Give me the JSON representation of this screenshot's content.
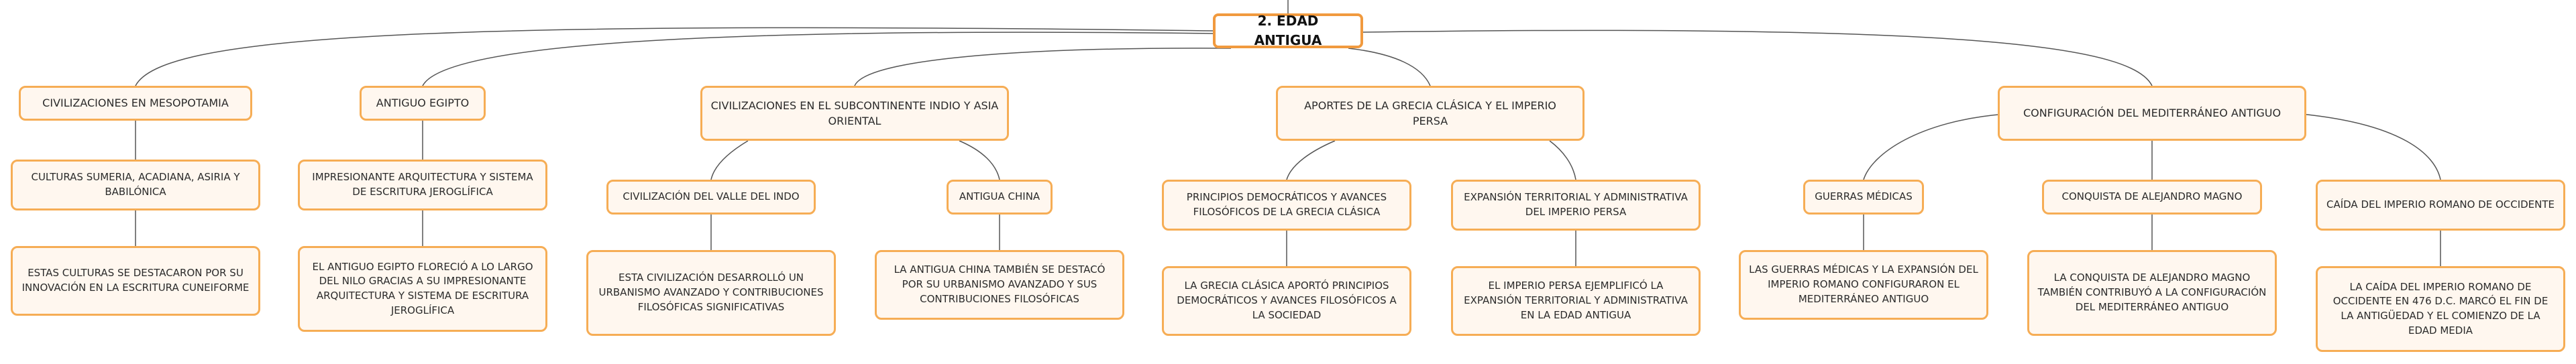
{
  "title": "2. EDAD ANTIGUA",
  "colors": {
    "border": "#f6ad55",
    "fill": "#fff7ef",
    "title_border": "#f19a3e",
    "line": "#555555"
  },
  "branches": [
    {
      "label": "CIVILIZACIONES EN MESOPOTAMIA",
      "children": [
        {
          "label": "CULTURAS SUMERIA, ACADIANA, ASIRIA Y BABILÓNICA"
        },
        {
          "label": "ESTAS CULTURAS SE DESTACARON POR SU INNOVACIÓN EN LA ESCRITURA CUNEIFORME"
        }
      ]
    },
    {
      "label": "ANTIGUO EGIPTO",
      "children": [
        {
          "label": "IMPRESIONANTE ARQUITECTURA Y SISTEMA DE ESCRITURA JEROGLÍFICA"
        },
        {
          "label": "EL ANTIGUO EGIPTO FLORECIÓ A LO LARGO DEL NILO GRACIAS A SU IMPRESIONANTE ARQUITECTURA Y SISTEMA DE ESCRITURA JEROGLÍFICA"
        }
      ]
    },
    {
      "label": "CIVILIZACIONES EN EL SUBCONTINENTE INDIO Y ASIA ORIENTAL",
      "children": [
        {
          "label": "CIVILIZACIÓN DEL VALLE DEL INDO",
          "detail": "ESTA CIVILIZACIÓN DESARROLLÓ UN URBANISMO AVANZADO Y CONTRIBUCIONES FILOSÓFICAS SIGNIFICATIVAS"
        },
        {
          "label": "ANTIGUA CHINA",
          "detail": "LA ANTIGUA CHINA TAMBIÉN SE DESTACÓ POR SU URBANISMO AVANZADO Y SUS CONTRIBUCIONES FILOSÓFICAS"
        }
      ]
    },
    {
      "label": "APORTES DE LA GRECIA CLÁSICA Y EL IMPERIO PERSA",
      "children": [
        {
          "label": "PRINCIPIOS DEMOCRÁTICOS Y AVANCES FILOSÓFICOS DE LA GRECIA CLÁSICA",
          "detail": "LA GRECIA CLÁSICA APORTÓ PRINCIPIOS DEMOCRÁTICOS Y AVANCES FILOSÓFICOS A LA SOCIEDAD"
        },
        {
          "label": "EXPANSIÓN TERRITORIAL Y ADMINISTRATIVA DEL IMPERIO PERSA",
          "detail": "EL IMPERIO PERSA EJEMPLIFICÓ LA EXPANSIÓN TERRITORIAL Y ADMINISTRATIVA EN LA EDAD ANTIGUA"
        }
      ]
    },
    {
      "label": "CONFIGURACIÓN DEL MEDITERRÁNEO ANTIGUO",
      "children": [
        {
          "label": "GUERRAS MÉDICAS",
          "detail": "LAS GUERRAS MÉDICAS Y LA EXPANSIÓN DEL IMPERIO ROMANO CONFIGURARON EL MEDITERRÁNEO ANTIGUO"
        },
        {
          "label": "CONQUISTA DE ALEJANDRO MAGNO",
          "detail": "LA CONQUISTA DE ALEJANDRO MAGNO TAMBIÉN CONTRIBUYÓ A LA CONFIGURACIÓN DEL MEDITERRÁNEO ANTIGUO"
        },
        {
          "label": "CAÍDA DEL IMPERIO ROMANO DE OCCIDENTE",
          "detail": "LA CAÍDA DEL IMPERIO ROMANO DE OCCIDENTE EN 476 D.C. MARCÓ EL FIN DE LA ANTIGÜEDAD Y EL COMIENZO DE LA EDAD MEDIA"
        }
      ]
    }
  ]
}
